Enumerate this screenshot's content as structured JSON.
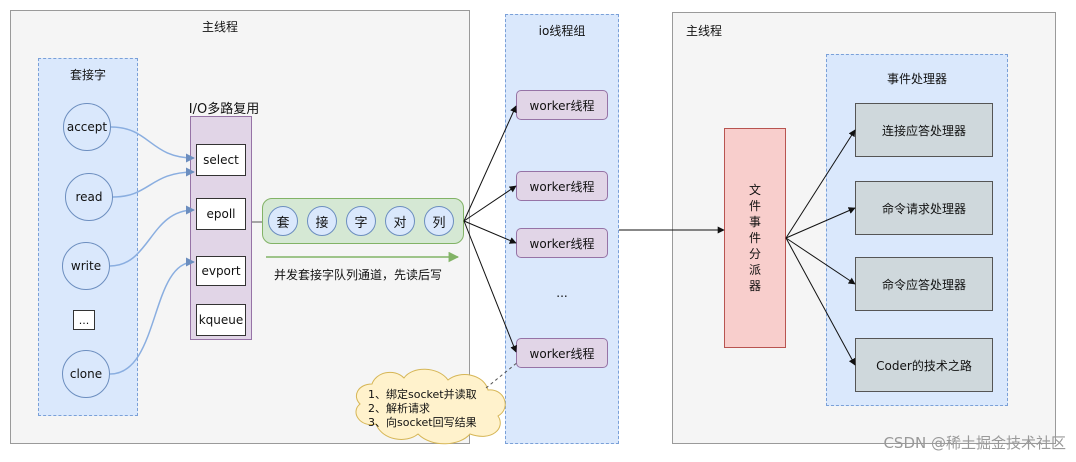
{
  "main_thread_left": {
    "title": "主线程"
  },
  "socket_group": {
    "title": "套接字",
    "items": [
      "accept",
      "read",
      "write",
      "...",
      "clone"
    ]
  },
  "io_multiplex": {
    "title": "I/O多路复用",
    "items": [
      "select",
      "epoll",
      "evport",
      "kqueue"
    ]
  },
  "queue": {
    "chars": [
      "套",
      "接",
      "字",
      "对",
      "列"
    ],
    "caption": "并发套接字队列通道，先读后写"
  },
  "io_group": {
    "title": "io线程组",
    "workers": [
      "worker线程",
      "worker线程",
      "worker线程",
      "worker线程"
    ],
    "ellipsis": "..."
  },
  "cloud_note": {
    "lines": [
      "1、绑定socket并读取",
      "2、解析请求",
      "3、向socket回写结果"
    ]
  },
  "main_thread_right": {
    "title": "主线程"
  },
  "dispatcher": {
    "chars": [
      "文",
      "件",
      "事",
      "件",
      "分",
      "派",
      "器"
    ]
  },
  "event_handlers": {
    "title": "事件处理器",
    "items": [
      "连接应答处理器",
      "命令请求处理器",
      "命令应答处理器",
      "Coder的技术之路"
    ]
  },
  "watermark": {
    "text": "CSDN @稀土掘金技术社区"
  }
}
